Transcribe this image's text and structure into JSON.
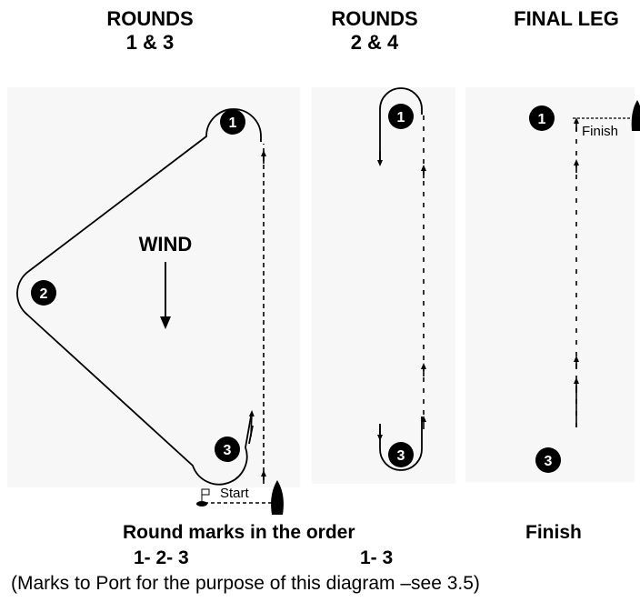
{
  "headings": {
    "rounds_1_3": {
      "line1": "ROUNDS",
      "line2": "1 & 3"
    },
    "rounds_2_4": {
      "line1": "ROUNDS",
      "line2": "2 & 4"
    },
    "final_leg": {
      "line1": "FINAL LEG"
    }
  },
  "marks": {
    "one": "1",
    "two": "2",
    "three": "3"
  },
  "wind_label": "WIND",
  "start_label": "Start",
  "finish_label": "Finish",
  "captions": {
    "round_marks": "Round marks in the order",
    "order_triangle": "1- 2- 3",
    "order_windward": "1- 3",
    "finish": "Finish"
  },
  "note": "(Marks to Port for the purpose of this diagram –see 3.5)"
}
